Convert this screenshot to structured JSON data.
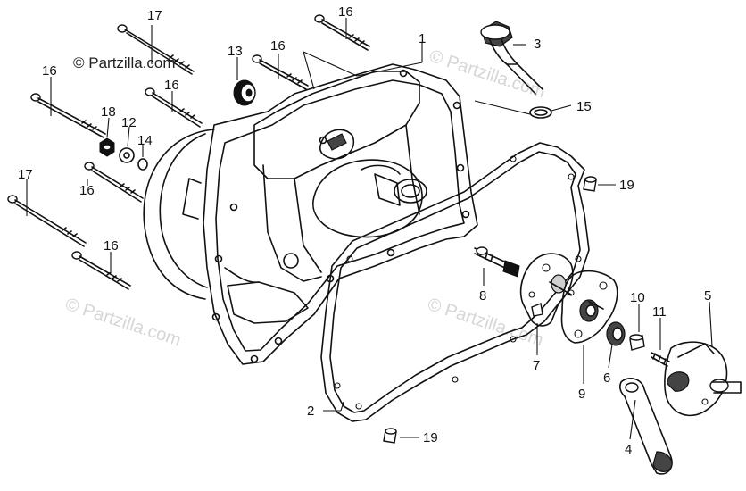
{
  "watermarks": {
    "top": "© Partzilla.com",
    "mid_right": "© Partzilla.com",
    "bottom_left": "© Partzilla.com",
    "top_right": "© Partzilla.com"
  },
  "callouts": [
    {
      "key": "c17a",
      "text": "17"
    },
    {
      "key": "c16a",
      "text": "16"
    },
    {
      "key": "c16b",
      "text": "16"
    },
    {
      "key": "c1",
      "text": "1"
    },
    {
      "key": "c3",
      "text": "3"
    },
    {
      "key": "c13",
      "text": "13"
    },
    {
      "key": "c16c",
      "text": "16"
    },
    {
      "key": "c16d",
      "text": "16"
    },
    {
      "key": "c18",
      "text": "18"
    },
    {
      "key": "c12",
      "text": "12"
    },
    {
      "key": "c14",
      "text": "14"
    },
    {
      "key": "c15",
      "text": "15"
    },
    {
      "key": "c19a",
      "text": "19"
    },
    {
      "key": "c17b",
      "text": "17"
    },
    {
      "key": "c16e",
      "text": "16"
    },
    {
      "key": "c16f",
      "text": "16"
    },
    {
      "key": "c8",
      "text": "8"
    },
    {
      "key": "c10",
      "text": "10"
    },
    {
      "key": "c5",
      "text": "5"
    },
    {
      "key": "c11",
      "text": "11"
    },
    {
      "key": "c7",
      "text": "7"
    },
    {
      "key": "c6",
      "text": "6"
    },
    {
      "key": "c9",
      "text": "9"
    },
    {
      "key": "c2",
      "text": "2"
    },
    {
      "key": "c4",
      "text": "4"
    },
    {
      "key": "c19b",
      "text": "19"
    }
  ]
}
